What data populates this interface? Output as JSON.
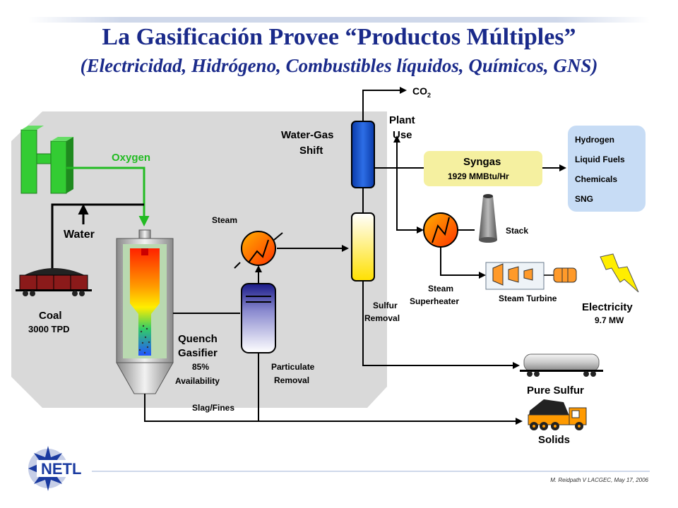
{
  "title": "La Gasificación Provee “Productos Múltiples”",
  "subtitle": "(Electricidad, Hidrógeno, Combustibles líquidos, Químicos, GNS)",
  "labels": {
    "co2": "CO",
    "co2_sub": "2",
    "plant_use_1": "Plant",
    "plant_use_2": "Use",
    "water_gas_1": "Water-Gas",
    "water_gas_2": "Shift",
    "oxygen": "Oxygen",
    "water": "Water",
    "steam": "Steam",
    "coal": "Coal",
    "coal_rate": "3000 TPD",
    "quench_1": "Quench",
    "quench_2": "Gasifier",
    "avail_1": "85%",
    "avail_2": "Availability",
    "particulate_1": "Particulate",
    "particulate_2": "Removal",
    "slag": "Slag/Fines",
    "sulfur_1": "Sulfur",
    "sulfur_2": "Removal",
    "syngas": "Syngas",
    "syngas_rate": "1929 MMBtu/Hr",
    "stack": "Stack",
    "steam_sh_1": "Steam",
    "steam_sh_2": "Superheater",
    "steam_turbine": "Steam Turbine",
    "electricity": "Electricity",
    "electricity_rate": "9.7 MW",
    "pure_sulfur": "Pure Sulfur",
    "solids": "Solids"
  },
  "products": [
    "Hydrogen",
    "Liquid Fuels",
    "Chemicals",
    "SNG"
  ],
  "logo_text": "NETL",
  "footer": "M. Reidpath V LACGEC, May 17, 2006",
  "colors": {
    "title": "#1a2a8a",
    "panel": "#d9d9d9",
    "oxygen": "#22bb22",
    "shift": "#1a55cc",
    "syngas_box": "#f5f0a0",
    "products_box": "#c7dcf5",
    "heat_exchanger": "#ff5a1a"
  }
}
